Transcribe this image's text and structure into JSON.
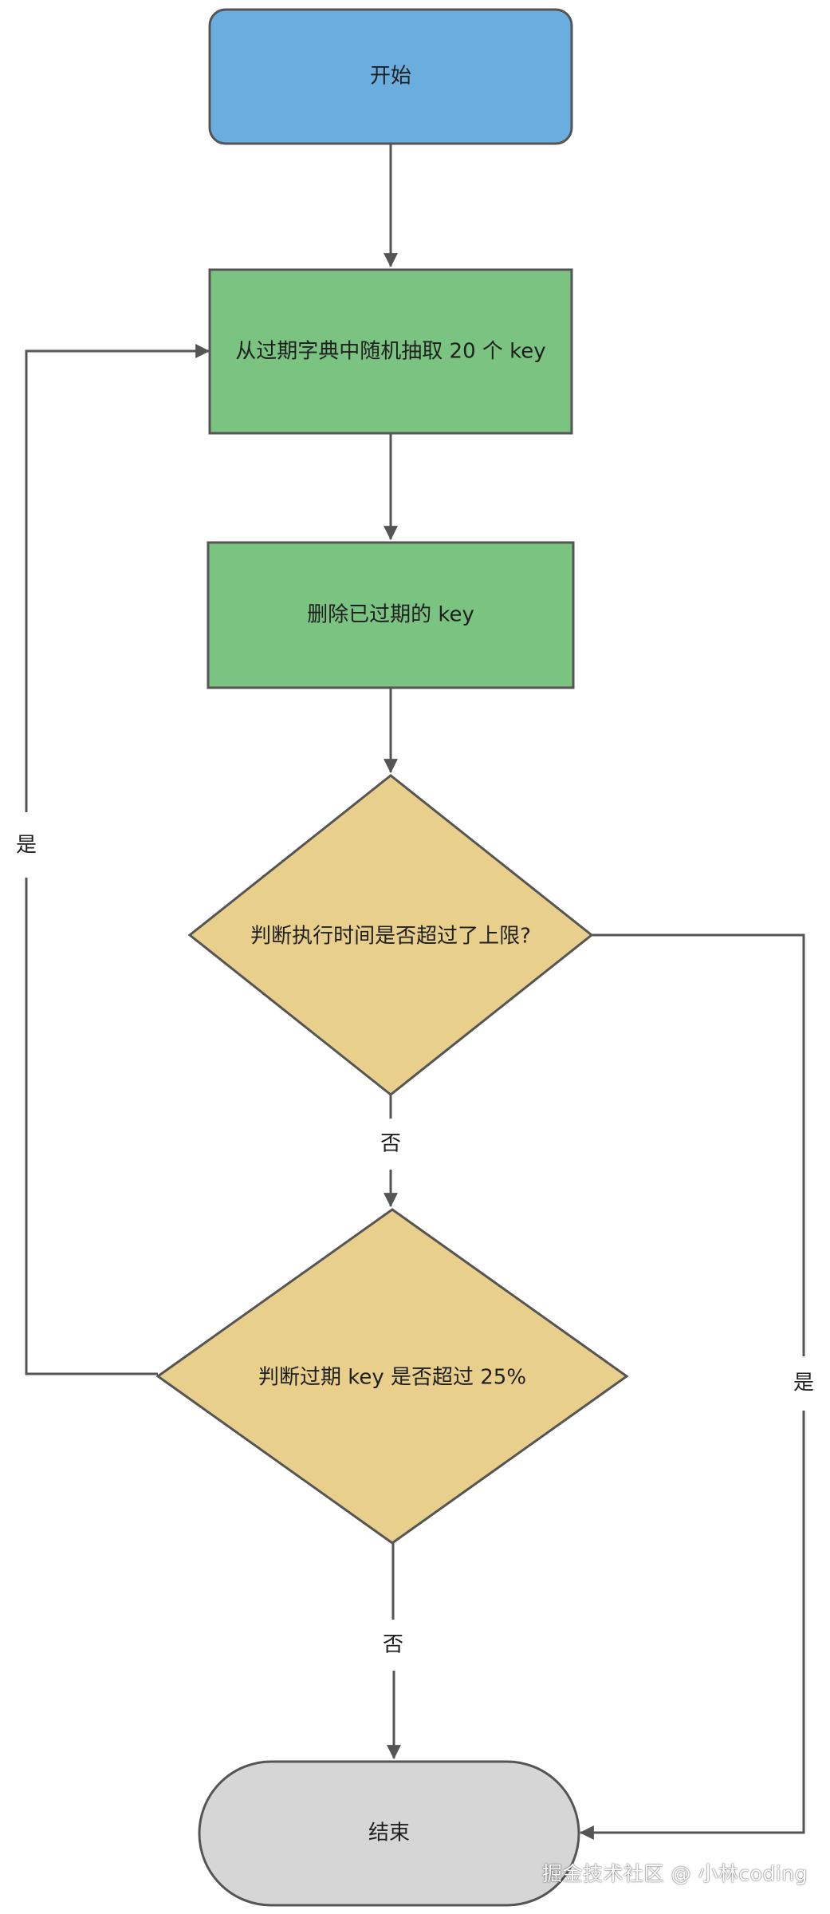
{
  "colors": {
    "start_fill": "#6aaee0",
    "process_fill": "#7ac381",
    "decision_fill": "#e8cf8b",
    "end_fill": "#d6d6d6",
    "stroke": "#555555"
  },
  "nodes": {
    "start": "开始",
    "sample": "从过期字典中随机抽取 20 个 key",
    "delete": "删除已过期的 key",
    "check_time": "判断执行时间是否超过了上限?",
    "check_ratio": "判断过期 key 是否超过 25%",
    "end": "结束"
  },
  "edges": {
    "loop_yes": "是",
    "time_no": "否",
    "ratio_no": "否",
    "time_yes": "是"
  },
  "watermark": "掘金技术社区 @ 小林coding"
}
